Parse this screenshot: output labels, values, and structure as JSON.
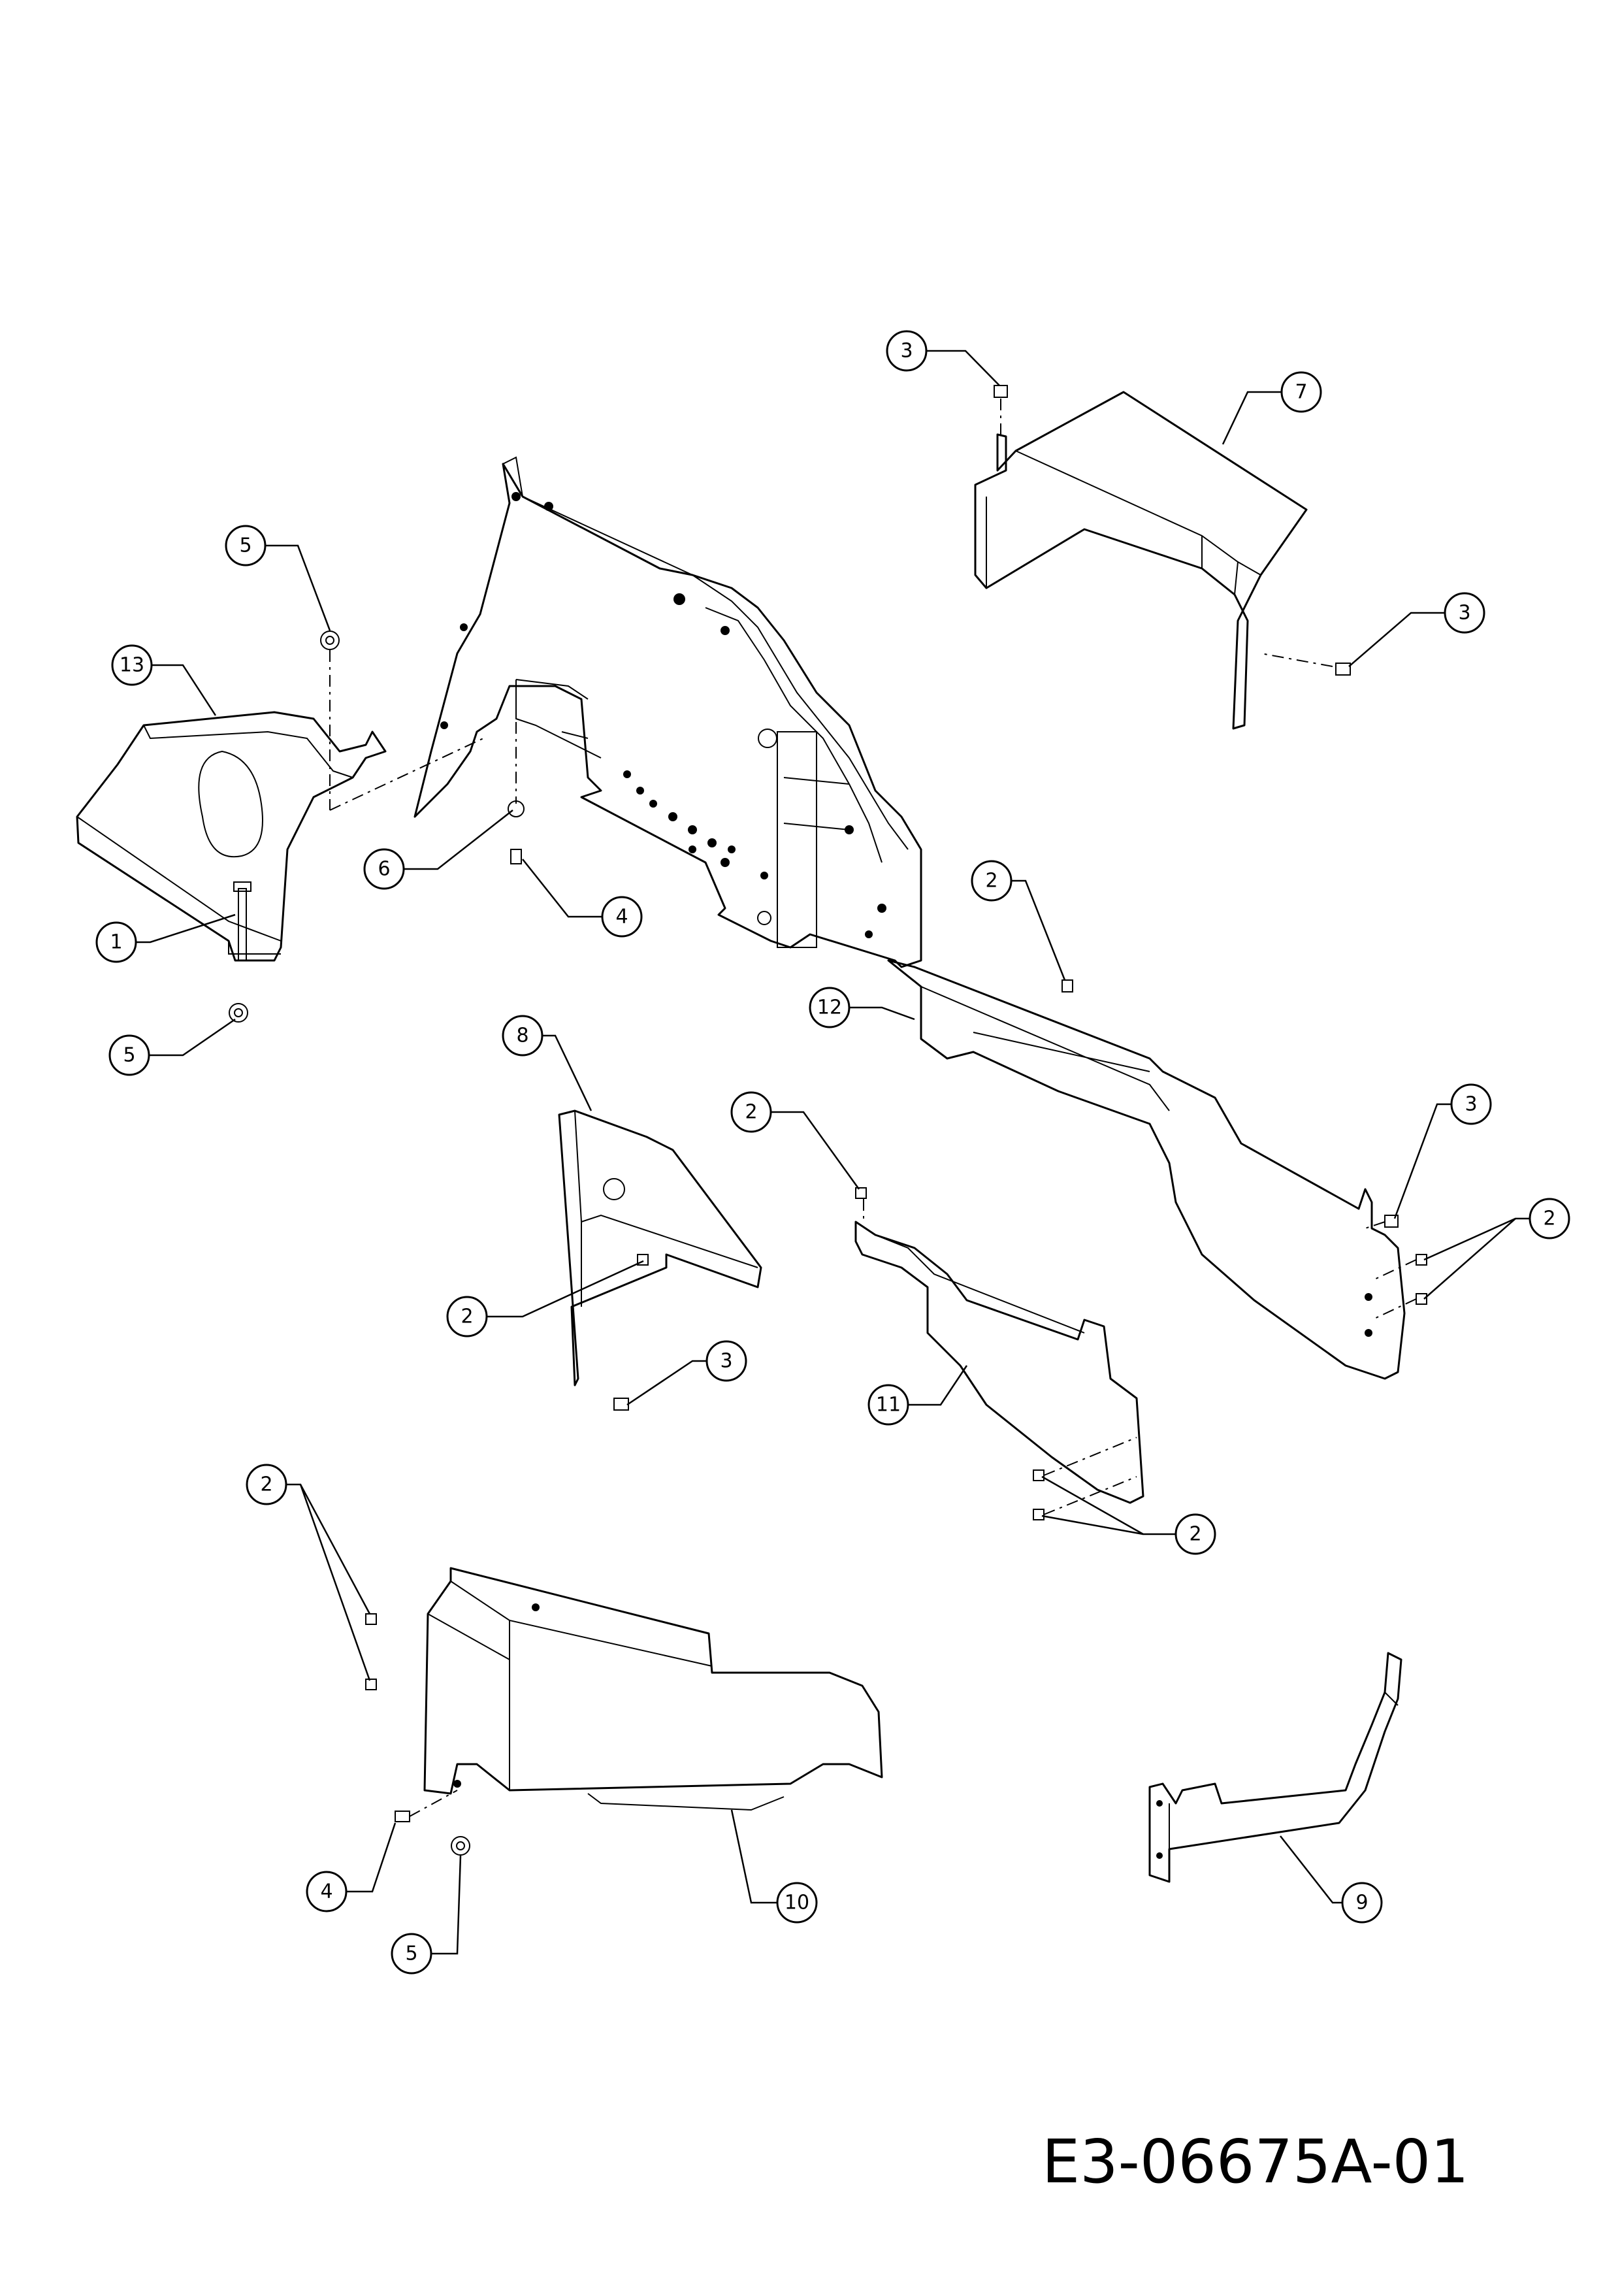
{
  "document_code": "E3-06675A-01",
  "callouts": [
    {
      "label": "3"
    },
    {
      "label": "7"
    },
    {
      "label": "5"
    },
    {
      "label": "13"
    },
    {
      "label": "3"
    },
    {
      "label": "6"
    },
    {
      "label": "4"
    },
    {
      "label": "1"
    },
    {
      "label": "2"
    },
    {
      "label": "12"
    },
    {
      "label": "5"
    },
    {
      "label": "8"
    },
    {
      "label": "2"
    },
    {
      "label": "3"
    },
    {
      "label": "2"
    },
    {
      "label": "2"
    },
    {
      "label": "3"
    },
    {
      "label": "11"
    },
    {
      "label": "2"
    },
    {
      "label": "2"
    },
    {
      "label": "4"
    },
    {
      "label": "10"
    },
    {
      "label": "9"
    },
    {
      "label": "5"
    }
  ]
}
